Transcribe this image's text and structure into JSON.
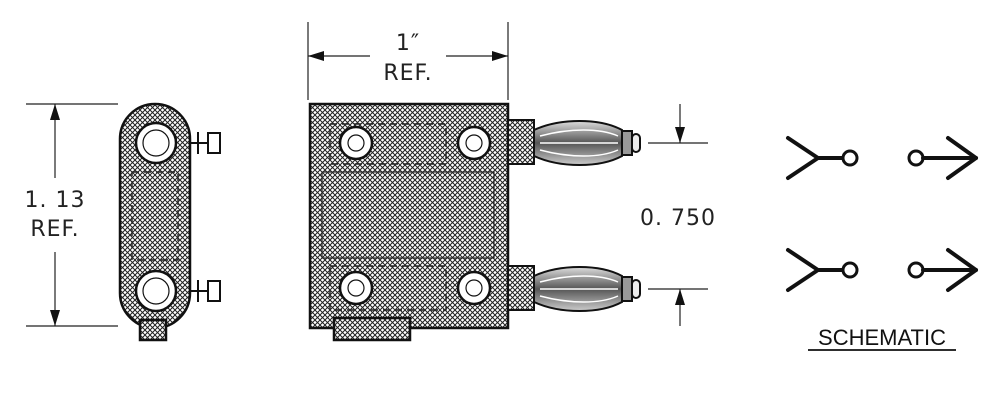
{
  "dimensions": {
    "width_value": "1″",
    "width_ref": "REF.",
    "height_value": "1. 13",
    "height_ref": "REF.",
    "spacing_value": "0. 750"
  },
  "schematic": {
    "label": "SCHEMATIC"
  }
}
